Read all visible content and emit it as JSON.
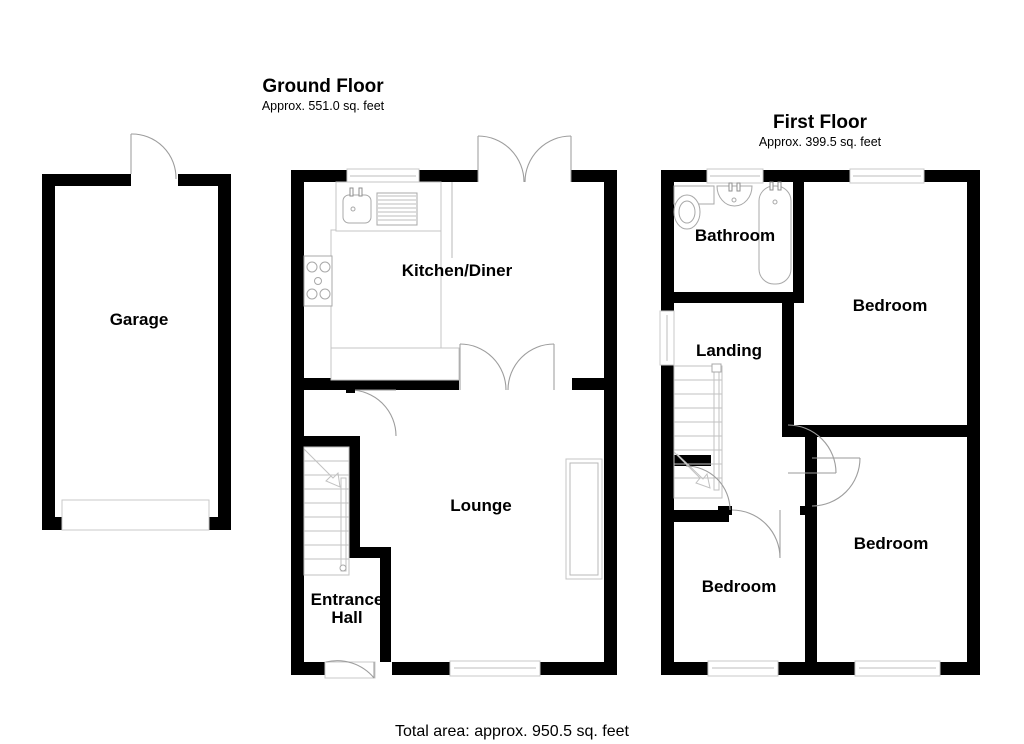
{
  "document": {
    "type": "floor-plan",
    "total_area_text": "Total area: approx. 950.5 sq. feet",
    "background_color": "#ffffff",
    "wall_color": "#000000",
    "line_color": "#b9b9b9"
  },
  "floors": [
    {
      "id": "ground",
      "title": "Ground Floor",
      "subtitle": "Approx. 551.0 sq. feet",
      "area_sq_feet": 551.0,
      "rooms": [
        {
          "id": "garage",
          "label": "Garage"
        },
        {
          "id": "kitchen-diner",
          "label": "Kitchen/Diner"
        },
        {
          "id": "lounge",
          "label": "Lounge"
        },
        {
          "id": "entrance-hall",
          "label": "Entrance",
          "label_line2": "Hall"
        }
      ]
    },
    {
      "id": "first",
      "title": "First Floor",
      "subtitle": "Approx. 399.5 sq. feet",
      "area_sq_feet": 399.5,
      "rooms": [
        {
          "id": "bathroom",
          "label": "Bathroom"
        },
        {
          "id": "bedroom-1",
          "label": "Bedroom"
        },
        {
          "id": "landing",
          "label": "Landing"
        },
        {
          "id": "bedroom-2",
          "label": "Bedroom"
        },
        {
          "id": "bedroom-3",
          "label": "Bedroom"
        }
      ]
    }
  ],
  "fixtures": {
    "garage": [
      "garage-door",
      "side-door"
    ],
    "kitchen": [
      "sink",
      "draining-board",
      "hob",
      "counter-units",
      "window",
      "french-doors",
      "double-doors"
    ],
    "lounge": [
      "window",
      "radiator",
      "double-doors",
      "doorway"
    ],
    "entrance_hall": [
      "front-door",
      "staircase",
      "internal-door"
    ],
    "bathroom": [
      "toilet",
      "basin",
      "bathtub",
      "window"
    ],
    "landing": [
      "staircase",
      "window"
    ],
    "bedrooms": [
      "window",
      "door"
    ]
  }
}
